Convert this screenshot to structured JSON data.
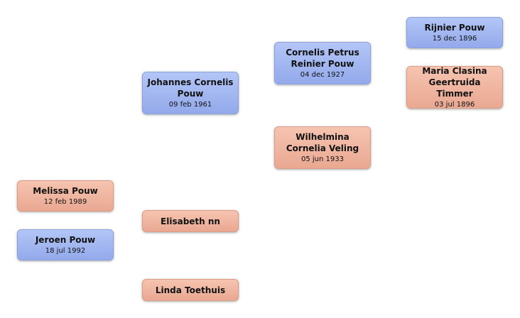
{
  "people": {
    "rijnier": {
      "name": "Rijnier Pouw",
      "date": "15 dec 1896",
      "gender": "male"
    },
    "maria": {
      "name": "Maria Clasina Geertruida Timmer",
      "date": "03 jul 1896",
      "gender": "female"
    },
    "cornelis": {
      "name": "Cornelis Petrus Reinier Pouw",
      "date": "04 dec 1927",
      "gender": "male"
    },
    "wilhelmina": {
      "name": "Wilhelmina Cornelia Veling",
      "date": "05 jun 1933",
      "gender": "female"
    },
    "johannes": {
      "name": "Johannes Cornelis Pouw",
      "date": "09 feb 1961",
      "gender": "male"
    },
    "elisabeth": {
      "name": "Elisabeth nn",
      "gender": "female"
    },
    "linda": {
      "name": "Linda Toethuis",
      "gender": "female"
    },
    "melissa": {
      "name": "Melissa Pouw",
      "date": "12 feb 1989",
      "gender": "female"
    },
    "jeroen": {
      "name": "Jeroen Pouw",
      "date": "18 jul 1992",
      "gender": "male"
    }
  },
  "colors": {
    "male": "#a3b8f1",
    "female": "#f0b6a1"
  }
}
